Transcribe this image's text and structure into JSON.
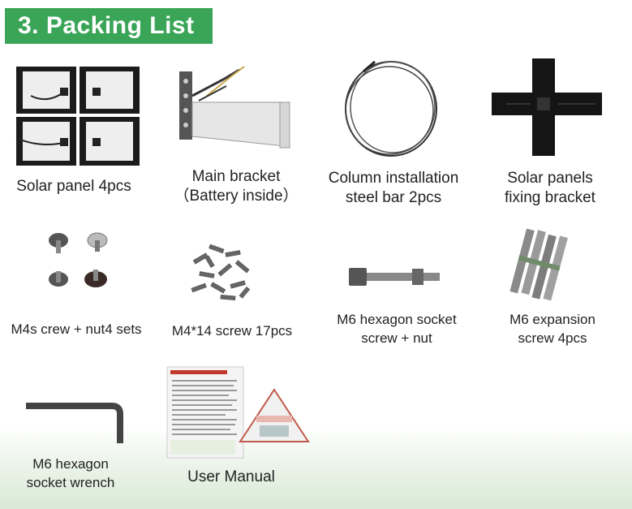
{
  "header": {
    "title": "3. Packing List"
  },
  "items": [
    {
      "line1": "Solar panel 4pcs",
      "line2": "",
      "icon": "solar-panels"
    },
    {
      "line1": "Main bracket",
      "line2": "（Battery inside）",
      "icon": "main-bracket"
    },
    {
      "line1": "Column installation",
      "line2": "steel bar 2pcs",
      "icon": "steel-bar-coil"
    },
    {
      "line1": "Solar panels",
      "line2": "fixing bracket",
      "icon": "cross-bracket"
    },
    {
      "line1": "M4s crew + nut4 sets",
      "line2": "",
      "icon": "screw-nut-sets"
    },
    {
      "line1": "M4*14 screw 17pcs",
      "line2": "",
      "icon": "small-screws"
    },
    {
      "line1": "M6 hexagon socket",
      "line2": "screw + nut",
      "icon": "hex-socket-screw"
    },
    {
      "line1": "M6 expansion",
      "line2": "screw 4pcs",
      "icon": "expansion-screws"
    },
    {
      "line1": "M6 hexagon",
      "line2": "socket wrench",
      "icon": "hex-wrench"
    },
    {
      "line1": "User Manual",
      "line2": "",
      "icon": "user-manual"
    }
  ]
}
